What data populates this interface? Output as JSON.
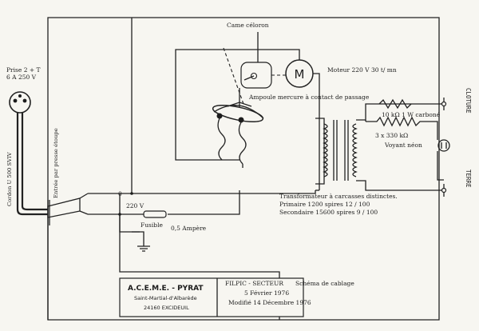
{
  "labels": {
    "came": "Came céloron",
    "moteur": "Moteur 220 V 30 t/ mn",
    "ampoule": "Ampoule mercure à contact de passage",
    "resistor": "10 kΩ 1 W carboné",
    "neon_res": "3 x 330 kΩ",
    "neon": "Voyant néon",
    "cloture": "CLOTURE",
    "terre": "TERRE",
    "transfo1": "Transformateur à carcasses distinctes.",
    "transfo2": "Primaire 1200 spires 12 / 100",
    "transfo3": "Secondaire 15600 spires 9 / 100",
    "prise1": "Prise 2 + T",
    "prise2": "6 A 250 V",
    "cordon": "Cordon U 500 SVIV",
    "entree": "Entrée par presse étoupe",
    "zero": "0",
    "v220": "220 V",
    "fusible": "Fusible",
    "amp": "0,5 Ampère",
    "motor_letter": "M"
  },
  "titleblock": {
    "company": "A.C.E.M.E. - PYRAT",
    "place": "Saint-Martial-d'Albarède",
    "postal": "24160 EXCIDEUIL",
    "product": "FILPIC - SECTEUR",
    "doc": "Schéma de cablage",
    "date1": "5 Février 1976",
    "date2": "Modifié 14 Décembre 1976"
  }
}
